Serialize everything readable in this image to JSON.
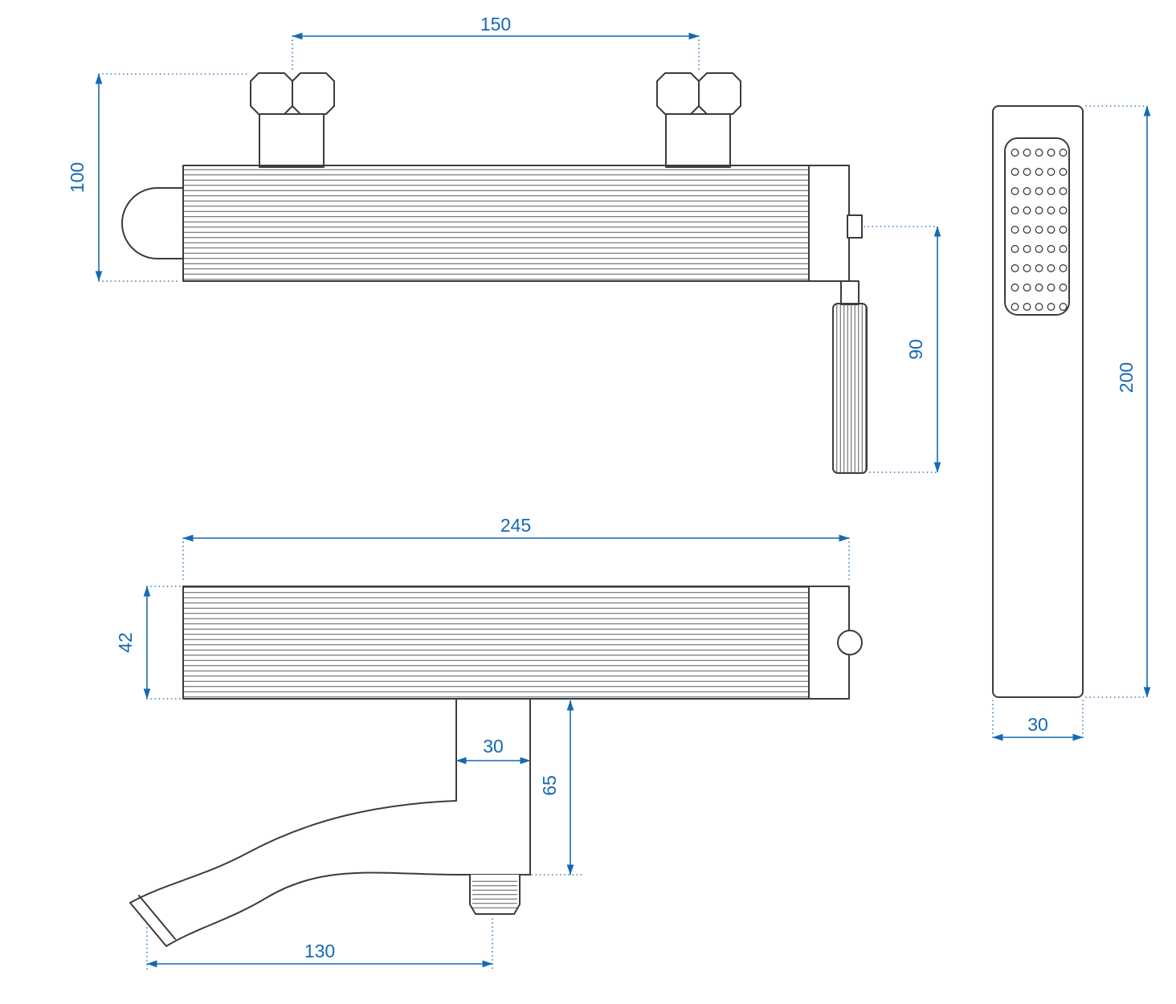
{
  "drawing": {
    "dimensions": {
      "inlet_spacing": "150",
      "body_top_height": "100",
      "handle_length": "90",
      "handshower_length": "200",
      "handshower_width": "30",
      "body_width": "245",
      "body_height": "42",
      "stem_width": "30",
      "spout_drop": "65",
      "spout_reach": "130"
    }
  },
  "colors": {
    "background": "#ffffff",
    "line": "#3c3c3c",
    "dimension": "#1569b3"
  }
}
